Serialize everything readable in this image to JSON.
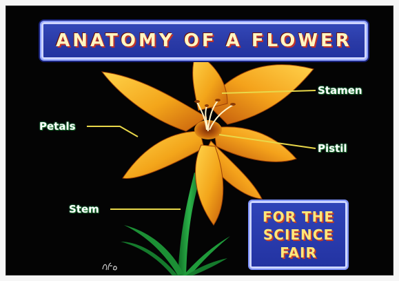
{
  "title": "ANATOMY OF A FLOWER",
  "labels": {
    "stamen": "Stamen",
    "petals": "Petals",
    "pistil": "Pistil",
    "stem": "Stem"
  },
  "badge": {
    "line1": "FOR THE",
    "line2": "SCIENCE",
    "line3": "FAIR"
  },
  "signature": "rfa",
  "colors": {
    "background": "#040404",
    "title_panel": "#2a3aa6",
    "title_text": "#fff7c2",
    "petal": "#f2a81a",
    "petal_shade": "#d06a10",
    "stem": "#1f9a3a",
    "leader_line": "#e9d84a",
    "label_text": "#ffffff",
    "badge_text": "#ffe87a"
  }
}
